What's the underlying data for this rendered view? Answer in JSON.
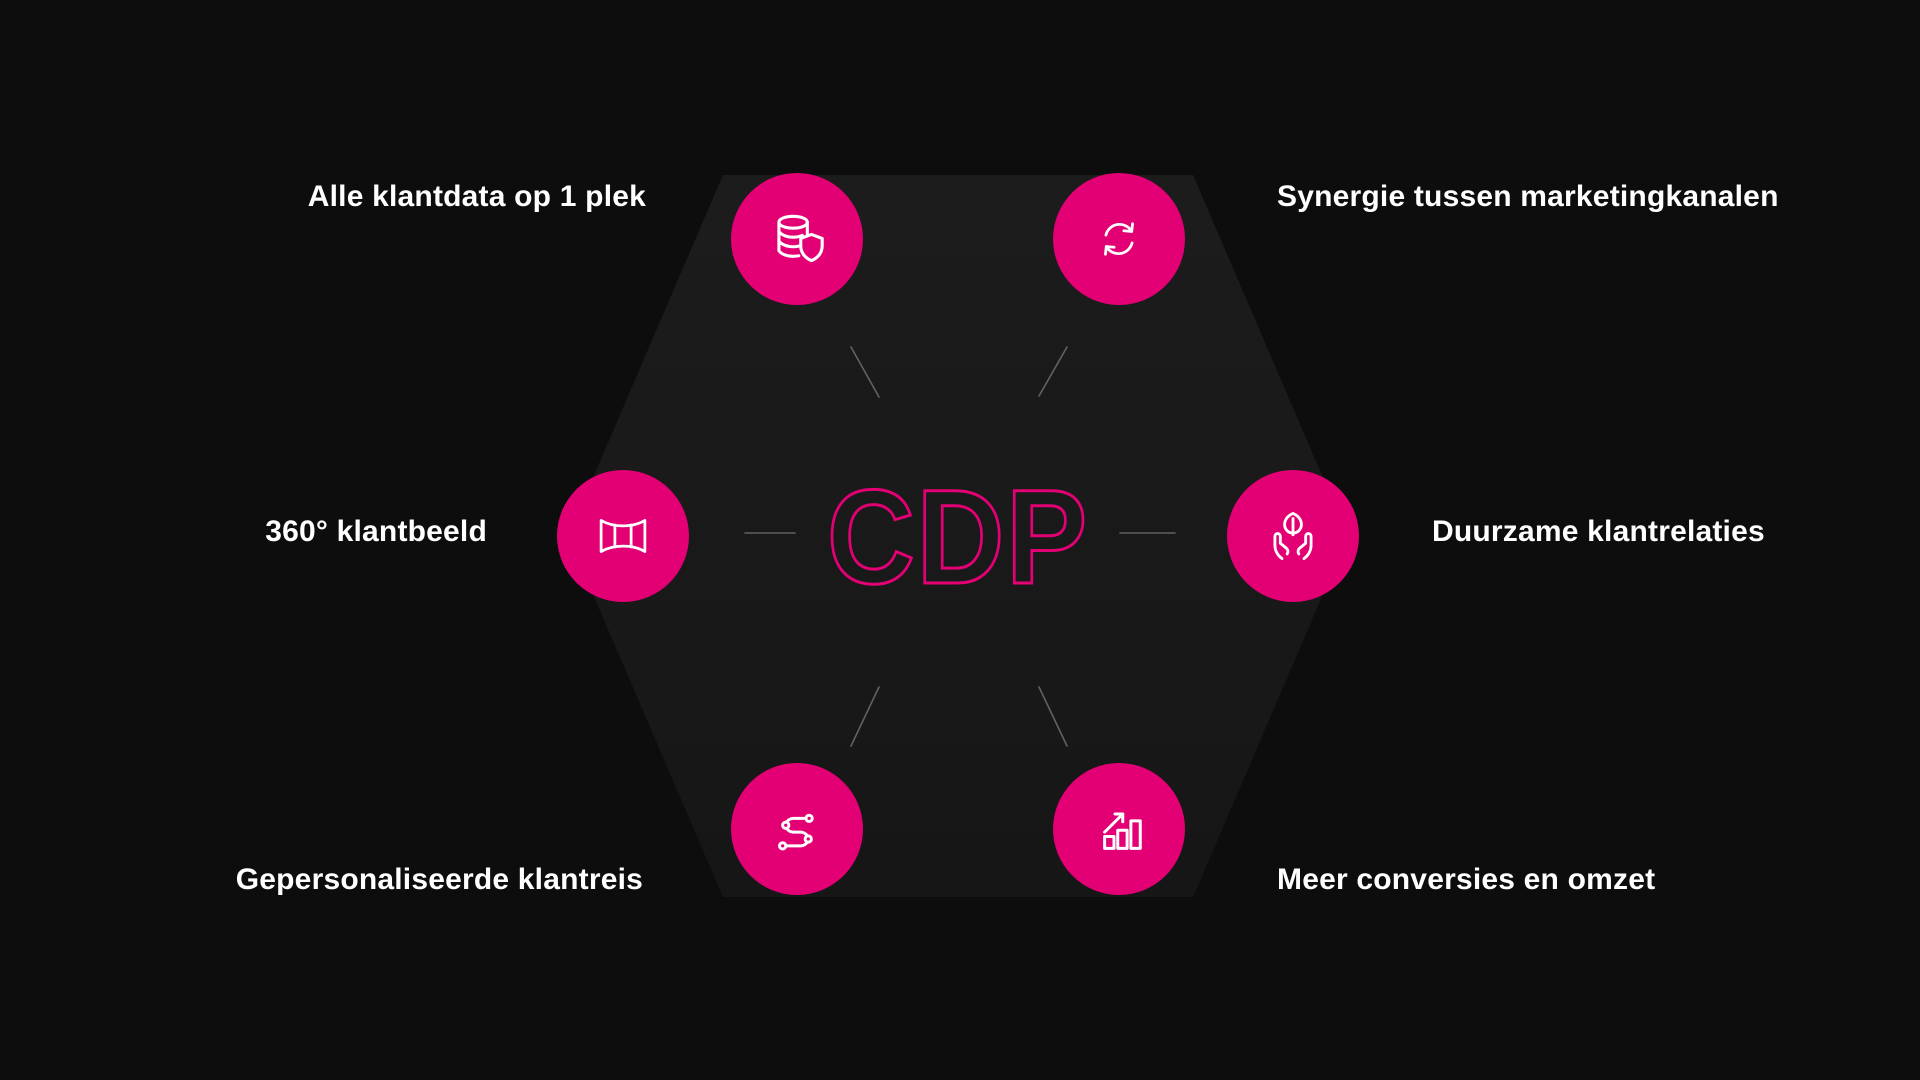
{
  "diagram": {
    "center_label": "CDP",
    "items": [
      {
        "position": "top-left",
        "label": "Alle klantdata op 1 plek",
        "icon": "database-shield-icon"
      },
      {
        "position": "top-right",
        "label": "Synergie tussen marketingkanalen",
        "icon": "sync-arrows-icon"
      },
      {
        "position": "middle-left",
        "label": "360° klantbeeld",
        "icon": "panorama-icon"
      },
      {
        "position": "middle-right",
        "label": "Duurzame klantrelaties",
        "icon": "hands-holding-leaf-icon"
      },
      {
        "position": "bottom-left",
        "label": "Gepersonaliseerde klantreis",
        "icon": "customer-journey-route-icon"
      },
      {
        "position": "bottom-right",
        "label": "Meer conversies en omzet",
        "icon": "growth-bar-chart-icon"
      }
    ]
  },
  "colors": {
    "background": "#0d0d0d",
    "hexagon": "#191919",
    "accent": "#e20074",
    "label": "#ffffff",
    "connector": "#616161"
  }
}
